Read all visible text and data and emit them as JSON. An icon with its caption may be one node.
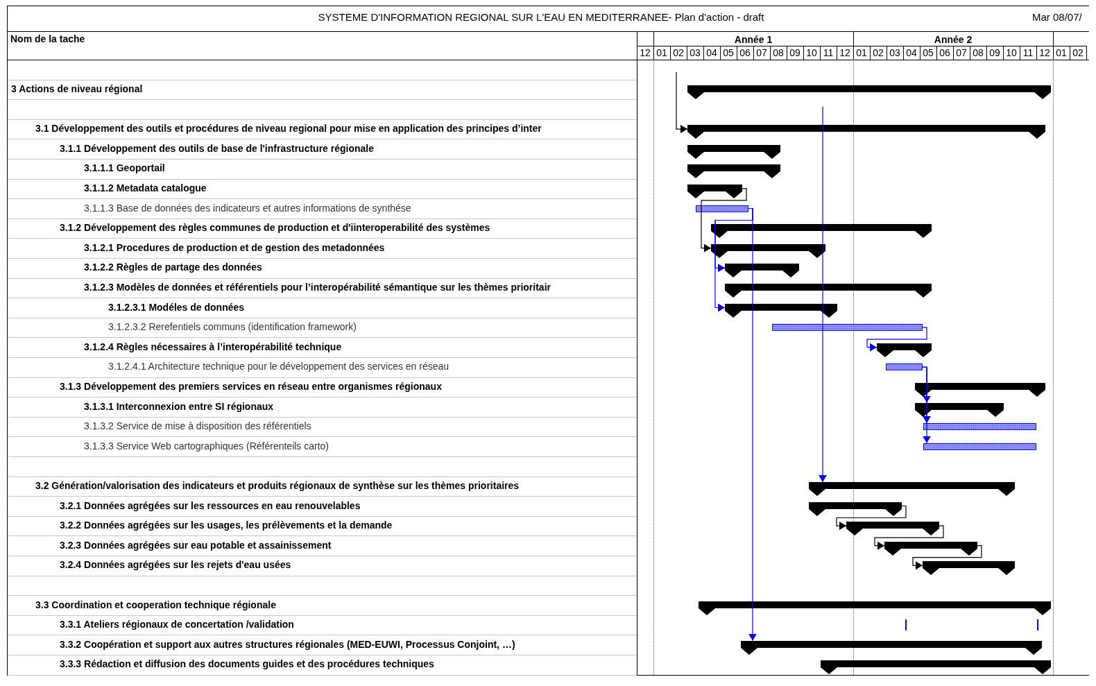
{
  "diagram": {
    "title": "SYSTEME D'INFORMATION REGIONAL SUR L'EAU EN MEDITERRANEE- Plan d'action - draft",
    "nodes": [
      {
        "text": [],
        "shape": "bar"
      },
      {
        "text": [],
        "shape": "bar"
      },
      {
        "text": [],
        "shape": "bar"
      },
      {
        "text": [],
        "shape": "bar"
      },
      {
        "text": [],
        "shape": "bar"
      },
      {
        "text": [],
        "shape": "bar"
      },
      {
        "text": [],
        "shape": "bar"
      },
      {
        "text": [],
        "shape": "bar"
      },
      {
        "text": [],
        "shape": "bar"
      },
      {
        "text": [],
        "shape": "bar"
      },
      {
        "text": [],
        "shape": "bar"
      },
      {
        "text": [],
        "shape": "bar"
      },
      {
        "text": [],
        "shape": "bar"
      },
      {
        "text": [],
        "shape": "bar"
      },
      {
        "text": [],
        "shape": "bar"
      },
      {
        "text": [],
        "shape": "bar"
      },
      {
        "text": [],
        "shape": "bar"
      },
      {
        "text": [],
        "shape": "bar"
      },
      {
        "text": [],
        "shape": "bar"
      },
      {
        "text": [],
        "shape": "bar"
      },
      {
        "text": [],
        "shape": "bar"
      },
      {
        "text": [],
        "shape": "bar"
      },
      {
        "text": [],
        "shape": "bar"
      },
      {
        "text": [],
        "shape": "bar"
      },
      {
        "text": [],
        "shape": "bar"
      },
      {
        "text": [],
        "shape": "bar"
      }
    ],
    "edges": [
      {
        "from": null,
        "to": 1,
        "arrow": "to",
        "color": "#000000"
      },
      {
        "from": 4,
        "to": 7,
        "arrow": "to",
        "color": "#000000"
      },
      {
        "from": 5,
        "to": 8,
        "arrow": "to"
      },
      {
        "from": 5,
        "to": 10,
        "arrow": "to"
      },
      {
        "from": 5,
        "to": 24,
        "arrow": "to"
      },
      {
        "from": null,
        "to": 18,
        "arrow": "to"
      },
      {
        "from": 11,
        "to": 12,
        "arrow": "to"
      },
      {
        "from": 13,
        "to": 15,
        "arrow": "to"
      },
      {
        "from": 13,
        "to": 16,
        "arrow": "to"
      },
      {
        "from": 13,
        "to": 17,
        "arrow": "to"
      },
      {
        "from": 19,
        "to": 20,
        "arrow": "to",
        "color": "#000000"
      },
      {
        "from": 20,
        "to": 21,
        "arrow": "to",
        "color": "#000000"
      },
      {
        "from": 21,
        "to": 22,
        "arrow": "to",
        "color": "#000000"
      }
    ],
    "labels": [
      "Mar 08/07/",
      "Nom de la tache",
      "Année 1",
      "Année 2",
      "12",
      "01",
      "02",
      "03",
      "04",
      "05",
      "06",
      "07",
      "08",
      "09",
      "10",
      "11",
      "12",
      "01",
      "02",
      "03",
      "04",
      "05",
      "06",
      "07",
      "08",
      "09",
      "10",
      "11",
      "12",
      "01",
      "02",
      "3 Actions de niveau régional",
      "3.1 Développement des outils et procédures de niveau regional pour mise en application des principes d’inter",
      "3.1.1 Développement des outils de base de l'infrastructure régionale",
      "3.1.1.1 Geoportail",
      "3.1.1.2 Metadata catalogue",
      "3.1.1.3 Base de données des indicateurs et autres informations de synthése",
      "3.1.2 Développement des règles communes de production et d'iinteroperabilité des systèmes",
      "3.1.2.1 Procedures de production et de gestion des metadonnées",
      "3.1.2.2 Règles de partage des données",
      "3.1.2.3 Modèles de données et référentiels pour l’interopérabilité sémantique sur les thèmes prioritair",
      "3.1.2.3.1 Modéles de données",
      "3.1.2.3.2 Rerefentiels communs (identification framework)",
      "3.1.2.4 Règles nécessaires à l’interopérabilité technique",
      "3.1.2.4.1 Architecture technique pour le développement des services en réseau",
      "3.1.3 Développement des premiers services en réseau entre organismes régionaux",
      "3.1.3.1 Interconnexion entre SI régionaux",
      "3.1.3.2 Service de mise à disposition des référentiels",
      "3.1.3.3 Service Web cartographiques (Référenteils carto)",
      "3.2 Génération/valorisation des indicateurs et produits régionaux de synthèse sur les thèmes prioritaires",
      "3.2.1 Données agrégées sur les ressources en eau renouvelables",
      "3.2.2 Données agrégées sur les usages, les prélèvements et la demande",
      "3.2.3 Données agrégées sur eau potable et assainissement",
      "3.2.4 Données agrégées sur les rejets d'eau usées",
      "3.3 Coordination et cooperation technique régionale",
      "3.3.1 Ateliers régionaux de concertation /validation",
      "3.3.2 Coopération et support aux autres structures régionales (MED-EUWI, Processus Conjoint, …)",
      "3.3.3 Rédaction et diffusion des documents guides et des procédures techniques"
    ]
  }
}
